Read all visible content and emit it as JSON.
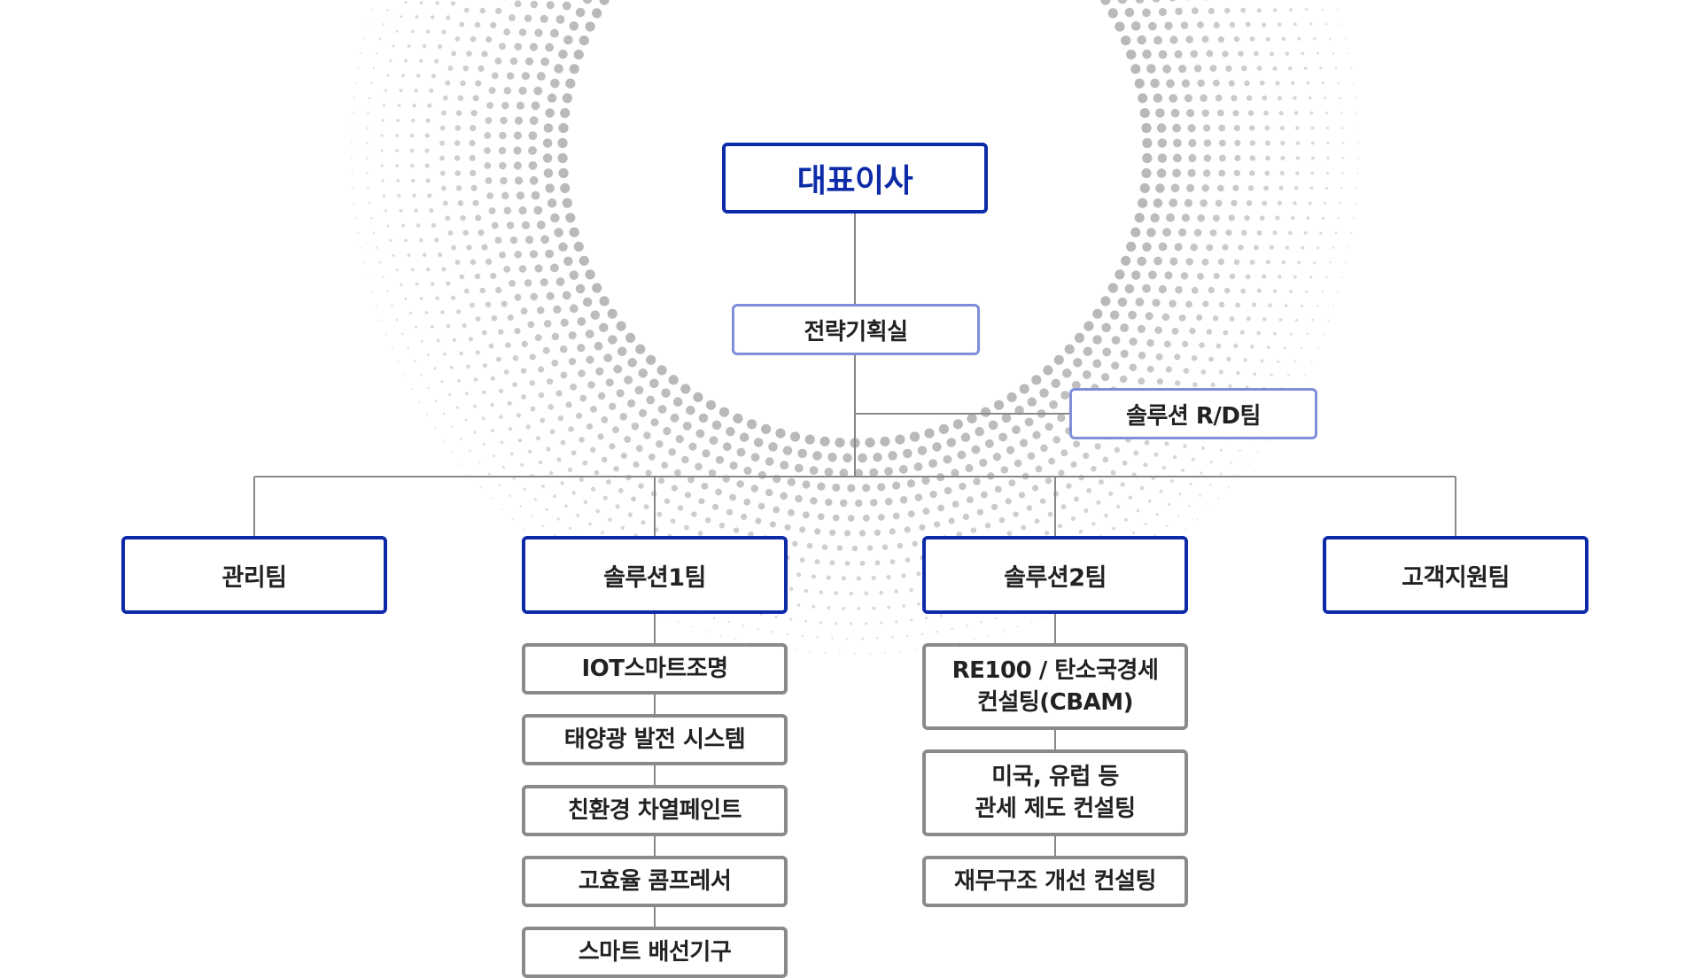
{
  "org_chart": {
    "ceo": "대표이사",
    "strategy_office": "전략기획실",
    "rd_team": "솔루션 R/D팀",
    "teams": [
      "관리팀",
      "솔루션1팀",
      "솔루션2팀",
      "고객지원팀"
    ],
    "solution1_items": [
      "IOT스마트조명",
      "태양광 발전 시스템",
      "친환경 차열페인트",
      "고효율 콤프레서",
      "스마트 배선기구"
    ],
    "solution2_items": [
      {
        "line1": "RE100 / 탄소국경세",
        "line2": "컨설팅(CBAM)"
      },
      {
        "line1": "미국, 유럽 등",
        "line2": "관세 제도 컨설팅"
      },
      {
        "line1": "재무구조 개선 컨설팅",
        "line2": ""
      }
    ]
  },
  "colors": {
    "primary_border": "#0d2aa8",
    "secondary_border": "#7f8ed9",
    "item_border": "#8a8a8a",
    "connector": "#888888",
    "dots": "#b5b5b5"
  }
}
